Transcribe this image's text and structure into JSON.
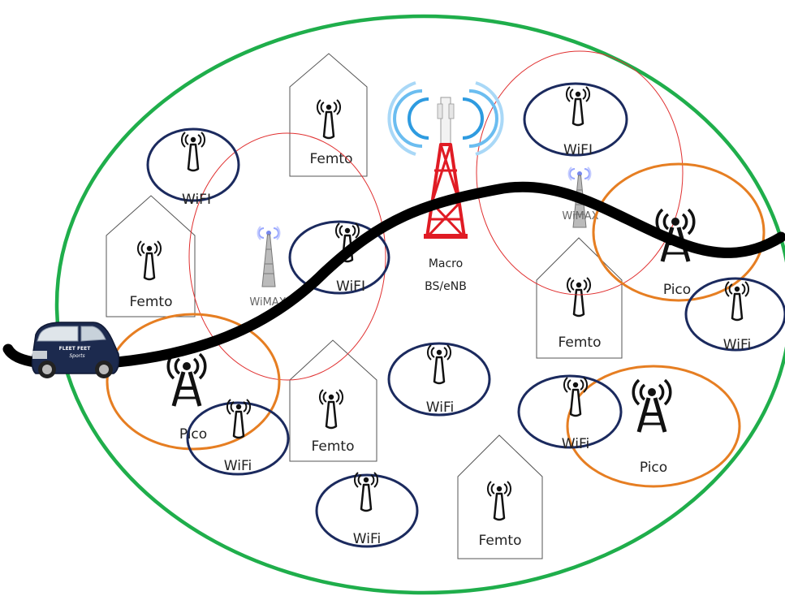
{
  "labels": {
    "wifi": "WiFi",
    "wifi_alt": "WiFI",
    "femto": "Femto",
    "pico": "Pico",
    "wimax": "WiMAX",
    "macro_line1": "Macro",
    "macro_line2": "BS/eNB"
  },
  "car": {
    "logo_line1": "FLEET FEET",
    "logo_line2": "Sports"
  },
  "colors": {
    "macro_cell_border": "#1fae4b",
    "wifi_ring": "#1b2a5e",
    "pico_ring": "#e67e22",
    "wimax_ring": "#e03030",
    "path": "#000000",
    "femto_outline": "#555555",
    "tower_red": "#e01b24",
    "tower_white": "#f2f2f2",
    "signal_blue": "#2e9be0",
    "car_body": "#1c2a4e"
  },
  "icons": [
    "antenna-icon",
    "tower-icon",
    "macro-tower-icon",
    "wimax-tower-icon",
    "car-icon"
  ]
}
